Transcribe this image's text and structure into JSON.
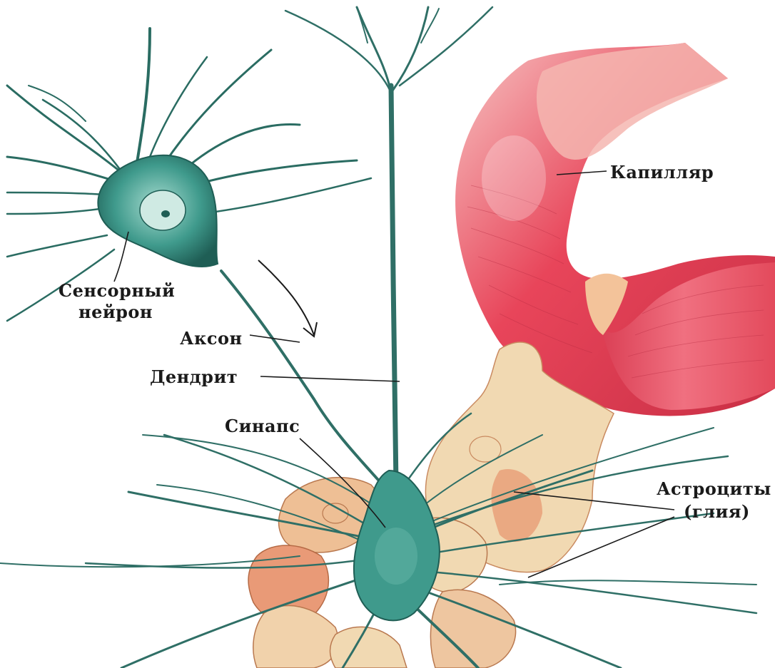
{
  "labels": {
    "sensory_neuron_line1": "Сенсорный",
    "sensory_neuron_line2": "нейрон",
    "axon": "Аксон",
    "dendrite": "Дендрит",
    "synapse": "Синапс",
    "capillary": "Капилляр",
    "astrocytes_line1": "Астроциты",
    "astrocytes_line2": "(глия)"
  },
  "colors": {
    "neuron": "#3f9a8c",
    "neuron_dark": "#1f5e55",
    "capillary": "#e8455a",
    "capillary_light": "#f6b0b4",
    "astrocyte": "#f1d9b2",
    "astrocyte_shade": "#e08a6a"
  }
}
